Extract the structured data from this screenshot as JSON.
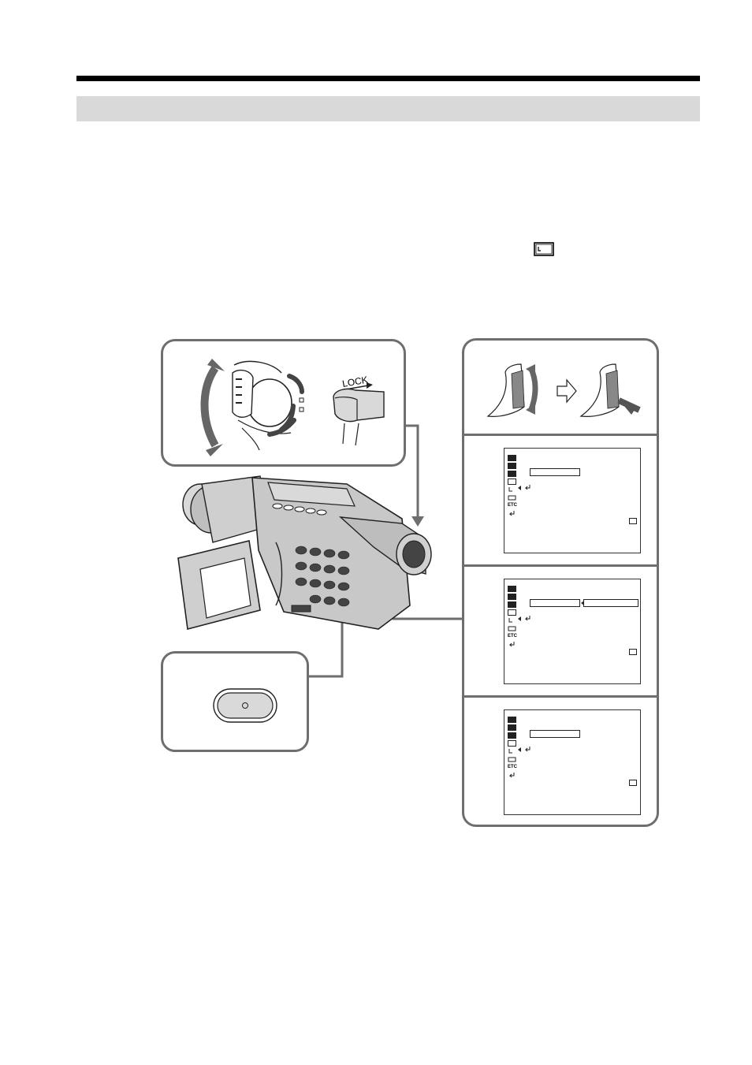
{
  "page": {
    "header_band_text": ""
  },
  "illustration": {
    "dial_panel": {
      "lock_label": "LOCK"
    },
    "menu_screens": [
      {
        "step": "screen-1",
        "etc_label": "ETC"
      },
      {
        "step": "screen-2",
        "etc_label": "ETC"
      },
      {
        "step": "screen-3",
        "etc_label": "ETC"
      }
    ]
  },
  "icons": [
    "tape-icon",
    "control-dial-icon",
    "lock-switch-icon",
    "camcorder-icon",
    "menu-button-icon",
    "scroll-wheel-icon",
    "push-wheel-icon",
    "arrow-right-icon"
  ],
  "colors": {
    "rule": "#000000",
    "band": "#d9d9d9",
    "panel_border": "#6e6e6e"
  }
}
